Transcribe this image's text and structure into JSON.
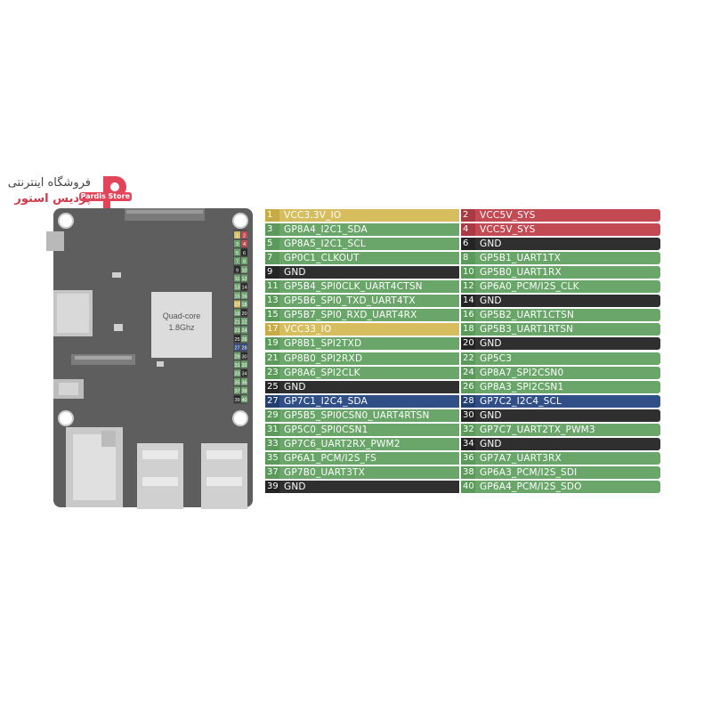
{
  "store": {
    "line1": "فروشگاه اینترنتی",
    "line2": "پردیس استور",
    "mark_text": "Pardis Store"
  },
  "board": {
    "cpu_line1": "Quad-core",
    "cpu_line2": "1.8Ghz",
    "header_labels": [
      [
        "1",
        "2"
      ],
      [
        "3",
        "4"
      ],
      [
        "5",
        "6"
      ],
      [
        "7",
        "8"
      ],
      [
        "9",
        "10"
      ],
      [
        "11",
        "12"
      ],
      [
        "13",
        "14"
      ],
      [
        "15",
        "16"
      ],
      [
        "17",
        "18"
      ],
      [
        "19",
        "20"
      ],
      [
        "21",
        "22"
      ],
      [
        "23",
        "24"
      ],
      [
        "25",
        "26"
      ],
      [
        "27",
        "28"
      ],
      [
        "29",
        "30"
      ],
      [
        "31",
        "32"
      ],
      [
        "33",
        "34"
      ],
      [
        "35",
        "36"
      ],
      [
        "37",
        "38"
      ],
      [
        "39",
        "40"
      ]
    ]
  },
  "colors": {
    "power33": "#d6bd5d",
    "power5": "#c34a53",
    "gpio": "#6aa56a",
    "ground": "#2f2f2f",
    "i2c_id": "#2f4f86"
  },
  "pins_left": [
    {
      "num": "1",
      "label": "VCC3.3V_IO",
      "type": "power33"
    },
    {
      "num": "3",
      "label": "GP8A4_I2C1_SDA",
      "type": "gpio"
    },
    {
      "num": "5",
      "label": "GP8A5_I2C1_SCL",
      "type": "gpio"
    },
    {
      "num": "7",
      "label": "GP0C1_CLKOUT",
      "type": "gpio"
    },
    {
      "num": "9",
      "label": "GND",
      "type": "ground"
    },
    {
      "num": "11",
      "label": "GP5B4_SPI0CLK_UART4CTSN",
      "type": "gpio"
    },
    {
      "num": "13",
      "label": "GP5B6_SPI0_TXD_UART4TX",
      "type": "gpio"
    },
    {
      "num": "15",
      "label": "GP5B7_SPI0_RXD_UART4RX",
      "type": "gpio"
    },
    {
      "num": "17",
      "label": "VCC33_IO",
      "type": "power33"
    },
    {
      "num": "19",
      "label": "GP8B1_SPI2TXD",
      "type": "gpio"
    },
    {
      "num": "21",
      "label": "GP8B0_SPI2RXD",
      "type": "gpio"
    },
    {
      "num": "23",
      "label": "GP8A6_SPI2CLK",
      "type": "gpio"
    },
    {
      "num": "25",
      "label": "GND",
      "type": "ground"
    },
    {
      "num": "27",
      "label": "GP7C1_I2C4_SDA",
      "type": "i2c_id"
    },
    {
      "num": "29",
      "label": "GP5B5_SPI0CSN0_UART4RTSN",
      "type": "gpio"
    },
    {
      "num": "31",
      "label": "GP5C0_SPI0CSN1",
      "type": "gpio"
    },
    {
      "num": "33",
      "label": "GP7C6_UART2RX_PWM2",
      "type": "gpio"
    },
    {
      "num": "35",
      "label": "GP6A1_PCM/I2S_FS",
      "type": "gpio"
    },
    {
      "num": "37",
      "label": "GP7B0_UART3TX",
      "type": "gpio"
    },
    {
      "num": "39",
      "label": "GND",
      "type": "ground"
    }
  ],
  "pins_right": [
    {
      "num": "2",
      "label": "VCC5V_SYS",
      "type": "power5"
    },
    {
      "num": "4",
      "label": "VCC5V_SYS",
      "type": "power5"
    },
    {
      "num": "6",
      "label": "GND",
      "type": "ground"
    },
    {
      "num": "8",
      "label": "GP5B1_UART1TX",
      "type": "gpio"
    },
    {
      "num": "10",
      "label": "GP5B0_UART1RX",
      "type": "gpio"
    },
    {
      "num": "12",
      "label": "GP6A0_PCM/I2S_CLK",
      "type": "gpio"
    },
    {
      "num": "14",
      "label": "GND",
      "type": "ground"
    },
    {
      "num": "16",
      "label": "GP5B2_UART1CTSN",
      "type": "gpio"
    },
    {
      "num": "18",
      "label": "GP5B3_UART1RTSN",
      "type": "gpio"
    },
    {
      "num": "20",
      "label": "GND",
      "type": "ground"
    },
    {
      "num": "22",
      "label": "GP5C3",
      "type": "gpio"
    },
    {
      "num": "24",
      "label": "GP8A7_SPI2CSN0",
      "type": "gpio"
    },
    {
      "num": "26",
      "label": "GP8A3_SPI2CSN1",
      "type": "gpio"
    },
    {
      "num": "28",
      "label": "GP7C2_I2C4_SCL",
      "type": "i2c_id"
    },
    {
      "num": "30",
      "label": "GND",
      "type": "ground"
    },
    {
      "num": "32",
      "label": "GP7C7_UART2TX_PWM3",
      "type": "gpio"
    },
    {
      "num": "34",
      "label": "GND",
      "type": "ground"
    },
    {
      "num": "36",
      "label": "GP7A7_UART3RX",
      "type": "gpio"
    },
    {
      "num": "38",
      "label": "GP6A3_PCM/I2S_SDI",
      "type": "gpio"
    },
    {
      "num": "40",
      "label": "GP6A4_PCM/I2S_SDO",
      "type": "gpio"
    }
  ]
}
